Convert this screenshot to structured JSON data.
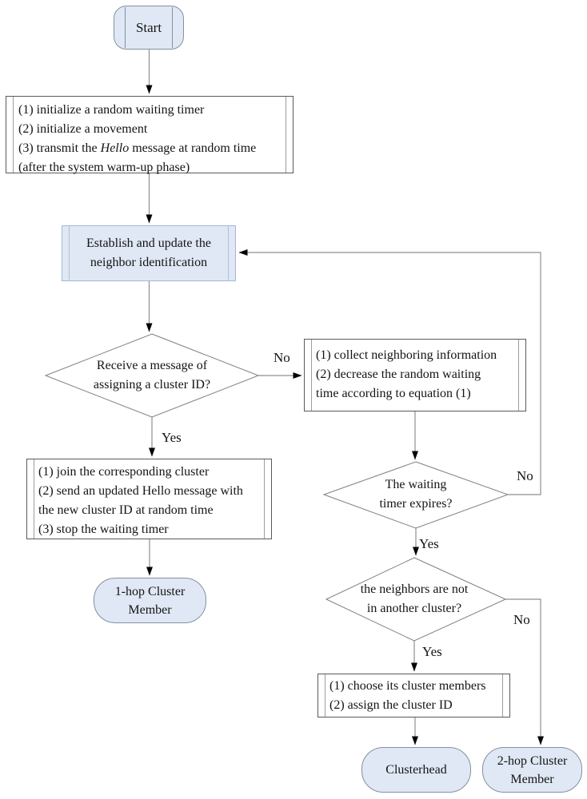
{
  "colors": {
    "background": "#ffffff",
    "text_color": "#141414",
    "shape_fill": "#dfe8f4",
    "process_stroke": "#5a5a5a",
    "inner_line": "#9d9d9d",
    "establish_stroke": "#a4b8d4",
    "establish_inner": "#aec0da",
    "terminal_stroke": "#84919f",
    "diamond_stroke": "#7f7f7f",
    "connector_stroke": "#8f8f8f",
    "arrow_fill": "#050505"
  },
  "nodes": {
    "start": {
      "label": "Start"
    },
    "init": {
      "line1": "(1) initialize a random waiting timer",
      "line2": "(2) initialize a movement",
      "line3_prefix": "(3) transmit the ",
      "line3_italic": "Hello",
      "line3_suffix": " message at random time",
      "line4": "(after the system warm-up phase)"
    },
    "establish": {
      "line1": "Establish and update the",
      "line2": "neighbor identification"
    },
    "receive_decision": {
      "line1": "Receive a message of",
      "line2": "assigning a cluster ID?"
    },
    "collect": {
      "line1": "(1) collect neighboring information",
      "line2": "(2) decrease the random waiting",
      "line3": "time according to equation (1)"
    },
    "join": {
      "line1": "(1) join the corresponding cluster",
      "line2": "(2) send an updated Hello message with",
      "line3": "the new cluster ID at random time",
      "line4": "(3) stop the waiting timer"
    },
    "one_hop": {
      "line1": "1-hop Cluster",
      "line2": "Member"
    },
    "timer_decision": {
      "line1": "The waiting",
      "line2": "timer expires?"
    },
    "neighbors_decision": {
      "line1": "the neighbors are not",
      "line2": "in another cluster?"
    },
    "choose": {
      "line1": "(1) choose its cluster members",
      "line2": "(2) assign the cluster ID"
    },
    "clusterhead": {
      "label": "Clusterhead"
    },
    "two_hop": {
      "line1": "2-hop Cluster",
      "line2": "Member"
    }
  },
  "branch_labels": {
    "receive_no": "No",
    "receive_yes": "Yes",
    "timer_no": "No",
    "timer_yes": "Yes",
    "neighbors_no": "No",
    "neighbors_yes": "Yes"
  }
}
